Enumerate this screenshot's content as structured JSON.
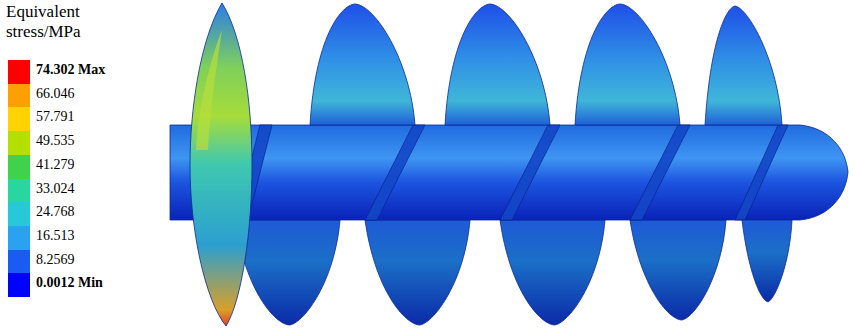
{
  "diagram": {
    "title": "Equivalent stress/MPa",
    "legend": [
      {
        "text": "74.302 Max",
        "color": "#ff0000"
      },
      {
        "text": "66.046",
        "color": "#ff9f00"
      },
      {
        "text": "57.791",
        "color": "#ffd200"
      },
      {
        "text": "49.535",
        "color": "#b4e000"
      },
      {
        "text": "41.279",
        "color": "#3fd24a"
      },
      {
        "text": "33.024",
        "color": "#29d6a0"
      },
      {
        "text": "24.768",
        "color": "#27c9d8"
      },
      {
        "text": "16.513",
        "color": "#2aa2f0"
      },
      {
        "text": "8.2569",
        "color": "#1a5cf0"
      },
      {
        "text": "0.0012 Min",
        "color": "#0000ff"
      }
    ]
  }
}
